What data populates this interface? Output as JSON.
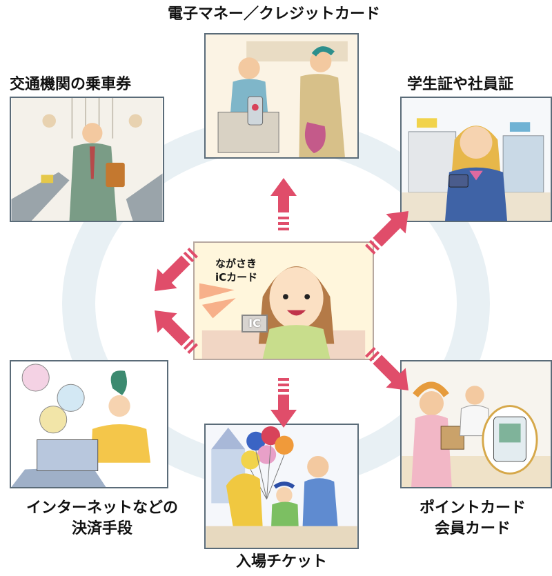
{
  "captions": {
    "top": "電子マネー／クレジットカード",
    "top_left": "交通機関の乗車券",
    "top_right": "学生証や社員証",
    "bottom_left_line1": "インターネットなどの",
    "bottom_left_line2": "決済手段",
    "bottom_right_line1": "ポイントカード",
    "bottom_right_line2": "会員カード",
    "bottom": "入場チケット"
  },
  "center": {
    "label_line1": "ながさき",
    "label_line2": "iCカード",
    "badge": "IC"
  },
  "colors": {
    "arrow": "#e04d6a",
    "panel_border": "#5a6b78",
    "ring": "#e8f0f4"
  }
}
